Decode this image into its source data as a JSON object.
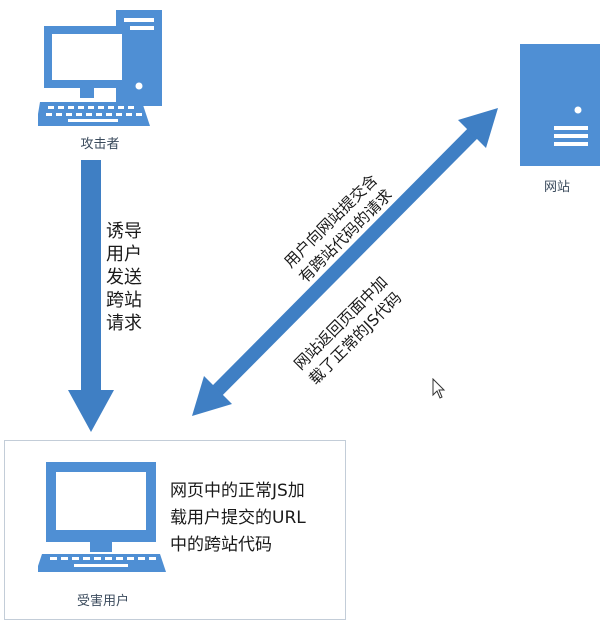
{
  "nodes": {
    "attacker": {
      "label": "攻击者"
    },
    "server": {
      "label": "网站"
    },
    "victim": {
      "label": "受害用户"
    }
  },
  "edges": {
    "lure": {
      "lines": [
        "诱导",
        "用户",
        "发送",
        "跨站",
        "请求"
      ]
    },
    "request": {
      "lines": [
        "用户向网站提交含",
        "有跨站代码的请求"
      ]
    },
    "response": {
      "lines": [
        "网站返回页面中加",
        "载了正常的JS代码"
      ]
    }
  },
  "note": {
    "lines": [
      "网页中的正常JS加",
      "载用户提交的URL",
      "中的跨站代码"
    ]
  },
  "colors": {
    "icon": "#4f8fd4",
    "arrow": "#3f7fc4",
    "box_border": "#c3cdd8"
  },
  "icons": {
    "attacker": "desktop-computer-icon",
    "server": "server-tower-icon",
    "victim": "monitor-keyboard-icon",
    "cursor": "mouse-pointer-icon"
  }
}
